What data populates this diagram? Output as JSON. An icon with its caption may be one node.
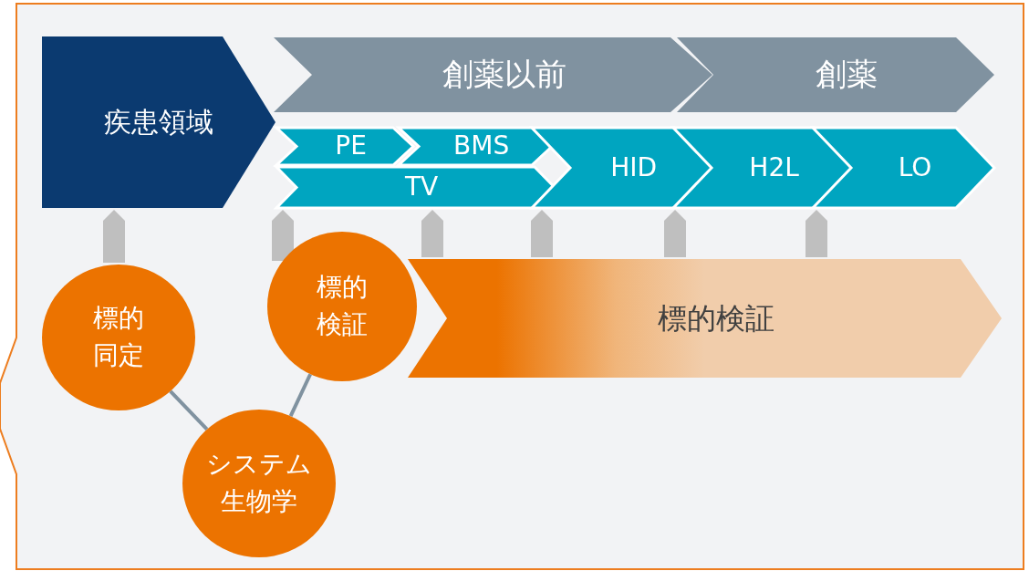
{
  "diagram": {
    "nodes": [
      {
        "text": [
          "疾患領域"
        ]
      },
      {
        "text": [
          "創薬以前"
        ]
      },
      {
        "text": [
          "創薬"
        ]
      },
      {
        "text": [
          "PE"
        ]
      },
      {
        "text": [
          "BMS"
        ]
      },
      {
        "text": [
          "TV"
        ]
      },
      {
        "text": [
          "HID"
        ]
      },
      {
        "text": [
          "H2L"
        ]
      },
      {
        "text": [
          "LO"
        ]
      },
      {
        "text": [
          "標的同定"
        ]
      },
      {
        "text": [
          "標的検証"
        ]
      },
      {
        "text": [
          "システム生物学"
        ]
      },
      {
        "text": [
          "標的検証"
        ]
      }
    ],
    "edges": [
      {
        "from": 9,
        "to": 0,
        "arrow": "to"
      },
      {
        "from": 10,
        "to": 5,
        "arrow": "to"
      },
      {
        "from": 12,
        "to": 5,
        "arrow": "to"
      },
      {
        "from": 12,
        "to": 6,
        "arrow": "to"
      },
      {
        "from": 12,
        "to": 7,
        "arrow": "to"
      },
      {
        "from": 12,
        "to": 8,
        "arrow": "to"
      },
      {
        "from": 9,
        "to": 11,
        "arrow": "none"
      },
      {
        "from": 10,
        "to": 11,
        "arrow": "none"
      }
    ]
  }
}
